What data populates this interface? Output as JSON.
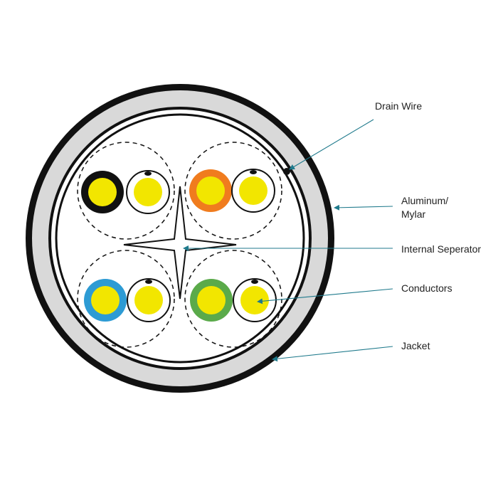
{
  "labels": {
    "drain_wire": "Drain Wire",
    "aluminum_line1": "Aluminum/",
    "aluminum_line2": "Mylar",
    "separator": "Internal Seperator",
    "conductors": "Conductors",
    "jacket": "Jacket"
  },
  "colors": {
    "jacket_outer": "#111111",
    "jacket_fill": "#d9d9d9",
    "shield": "#111111",
    "conductor_core": "#f2e600",
    "leader": "#1f7a8c",
    "pair1_insulation": "#111111",
    "pair2_insulation": "#f07c1e",
    "pair3_insulation": "#2d9bd4",
    "pair4_insulation": "#5aaa4a",
    "mate_insulation": "#ffffff"
  },
  "pairs": [
    {
      "name": "pair-1",
      "insulation": "black"
    },
    {
      "name": "pair-2",
      "insulation": "orange"
    },
    {
      "name": "pair-3",
      "insulation": "blue"
    },
    {
      "name": "pair-4",
      "insulation": "green"
    }
  ]
}
